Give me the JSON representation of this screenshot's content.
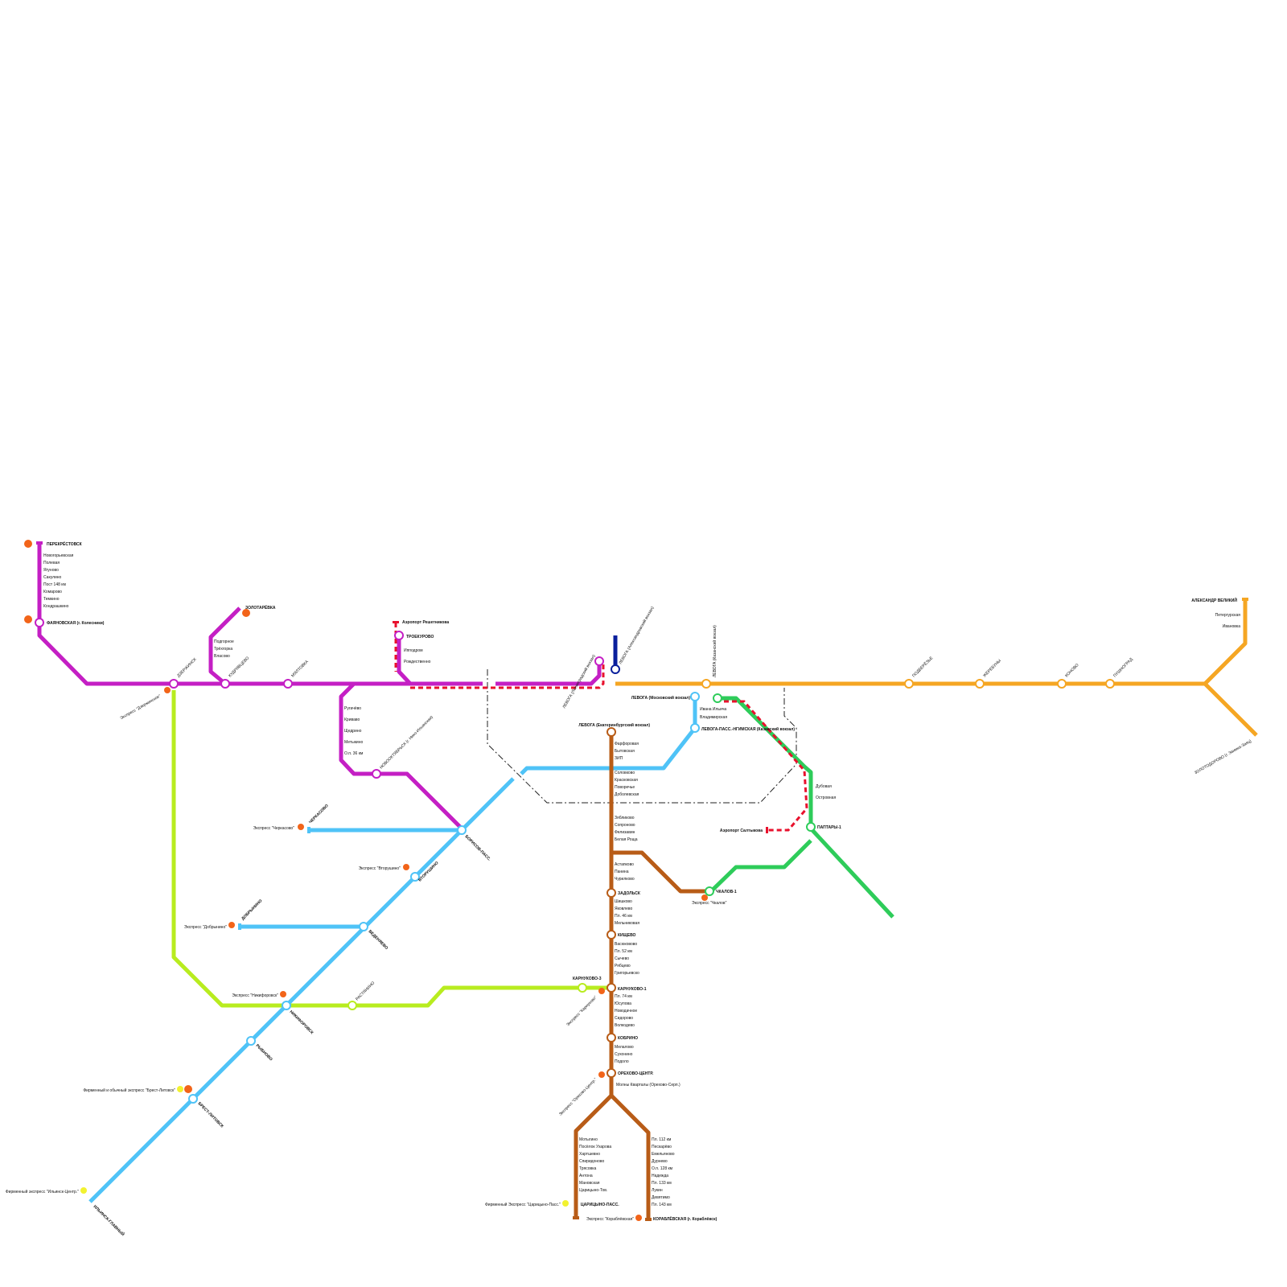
{
  "colors": {
    "magenta": "#c41fc4",
    "orange": "#f5a623",
    "cyan": "#4fc3f7",
    "lime": "#b8ec1f",
    "brown": "#b85c17",
    "green": "#2ecc5a",
    "navy": "#0a1f9c",
    "red": "#e8112d",
    "express": "#f26419",
    "express_yellow": "#f2f230"
  },
  "stations": {
    "perekrestovsk": "ПЕРЕКРЁСТОВСК",
    "fayanovskaya": "ФАЯНОВСКАЯ (г. Колесники)",
    "zolotaryovka": "ЗОЛОТАРЁВКА",
    "airport_reshetnikova": "Аэропорт Решетникова",
    "troekurovo": "ТРОЕКУРОВО",
    "ippodrom": "Ипподром",
    "rozhdestvenno": "Рождественно",
    "levoga_leningradsky": "ЛЕВОГА (Ленинградский вокзал)",
    "levoga_alexandrovsky": "ЛЕВОГА (Александровский вокзал)",
    "levoga_kazansky": "ЛЕВОГА (Казанский вокзал)",
    "levoga_moskovsky": "ЛЕВОГА (Московский вокзал)",
    "ivana_ilyicha": "Ивана Ильича",
    "vladimirskaya": "Владимирская",
    "levoga_nimskaya": "ЛЕВОГА-ПАСС.-НГИМСКАЯ (Казанский вокзал)",
    "levoga_ekaterinburgsky": "ЛЕВОГА (Екатеринбургский вокзал)",
    "dubovaya": "Дубовая",
    "ostrovnaya": "Островная",
    "paptary": "ПАПТАРЫ-1",
    "airport_saltykova": "Аэропорт Салтыкова",
    "chkalov": "ЧКАЛОВ-1",
    "express_chkalov": "Экспресс \"Чкалов\"",
    "aleksandr_veliky": "АЛЕКСАНДР ВЕЛИКИЙ",
    "zolotodorovo": "ЗОЛОТОДОРОВО (г. Заимка-Заяц)",
    "cherkasovo": "ЧЕРКАСОВО",
    "express_cherkasovo": "Экспресс \"Черкасово\"",
    "express_vtorushino": "Экспресс \"Вторушино\"",
    "express_dobrynino": "Экспресс \"Добрынино\"",
    "dobrynino": "ДОБРЫНИНО",
    "express_nikiforovsk": "Экспресс \"Никифоровск\"",
    "nikiforovsk": "НИКИФОРОВСК",
    "express_brest": "Фирменный и обычный экспресс \"Брест-Литовск\"",
    "express_ilyinsk": "Фирменный экспресс \"Ильинск-Центр.\"",
    "ilyinsk": "ИЛЬИНСК-ГЛАВНЫЙ",
    "karnukovo1": "КАРНУКОВО-1",
    "karnukovo3": "КАРНУКОВО-3",
    "express_karnukovo": "Экспресс \"Карнуково\"",
    "zadolsk": "ЗАДОЛЬСК",
    "kischevo": "КИЩЕВО",
    "kobrino": "КОБРИНО",
    "orekhovo_centr": "ОРЕХОВО-ЦЕНТР.",
    "molny_kvartaly": "Молны Кварталы (Орехово-Серп.)",
    "express_orekhovo": "Экспресс \"Орехово-Центр.\"",
    "tsaritsyno": "ЦАРИЦЫНО-ПАСС.",
    "express_tsaritsyno": "Фирменный Экспресс \"Царицыно-Пасс.\"",
    "korablevskaya": "КОРАБЛЁВСКАЯ (г. Кораблёвск)",
    "express_korablevskaya": "Экспресс \"Кораблёвская\"",
    "express_borisovsk": "Экспресс \"Дзержинское\"",
    "dzerzhinsk": "ДЗЕРЖИНСК",
    "kudryavtsevo": "КУДРЯВЦЕВО",
    "myaltovka": "МЯЛТОВКА",
    "novooktyabrsk": "НОВООКТЯБРЬСК (г. Нико-Ильинская)",
    "borisov_pass": "БОРИСОВ-ПАСС.",
    "vtorushino": "ВТОРУШИНО",
    "vedenyaevo": "ВЕДЕНЯЕВО",
    "rastyanino": "РАСТЯНИНО",
    "rybnovo": "РЫБНОВО",
    "brest_litovsk": "БРЕСТ-ЛИТОВСК",
    "podberezye": "ПОДБЕРЁЗЬЕ",
    "zheribuny": "ЖЕРЕБУНЫ",
    "konovo": "КОНОВО",
    "pushnograd": "ПУШНОГРАД"
  },
  "lists": {
    "perekrestovsk_branch": [
      "Новогорьевская",
      "Полевая",
      "Ягуново",
      "Сакулино",
      "Пост 148 км",
      "Комарово",
      "Темкино",
      "Кондрашкино"
    ],
    "zolotaryovka_branch": [
      "Подгорное",
      "Трёхгорка",
      "Власово"
    ],
    "magenta_south": [
      "Ругачёво",
      "Криваво",
      "Щедрино",
      "Метыкино",
      "О.п. 36 км"
    ],
    "brown_north": [
      "Фарфоровая",
      "Бытовская",
      "ЗИП",
      "Соловково",
      "Красковская",
      "Поворечье",
      "Доболевская"
    ],
    "brown_mid1": [
      "Зябликово",
      "Сопроново",
      "Фелизавин",
      "Белая Роща"
    ],
    "brown_mid2": [
      "Астапково",
      "Панина",
      "Чурилково"
    ],
    "brown_mid3": [
      "Шишково",
      "Яковлево",
      "Пл. 46 км",
      "Мельниковая"
    ],
    "brown_mid4": [
      "Васюковово",
      "Пл. 52 км",
      "Сычево",
      "Рябцево",
      "Григорьевско"
    ],
    "brown_mid5": [
      "Пл. 74 км",
      "Юсупова",
      "Новодачное",
      "Сидорово",
      "Волкодево"
    ],
    "brown_mid6": [
      "Мелалово",
      "Сухонино",
      "Подоло"
    ],
    "brown_left": [
      "Мотыгино",
      "Посёлок Ухарова",
      "Хартшевно",
      "Спиридоново",
      "Трясовка",
      "Антона",
      "Мановская",
      "Царицыно-Тов."
    ],
    "brown_right": [
      "Пл. 112 км",
      "Пескарёво",
      "Емельяново",
      "Дурнево",
      "О.п. 128 км",
      "Надежда",
      "Пл. 133 км",
      "Лукин",
      "Девятимо",
      "Пл. 143 км"
    ],
    "orange_east_branch": [
      "Петергурская",
      "Ивановка"
    ]
  }
}
